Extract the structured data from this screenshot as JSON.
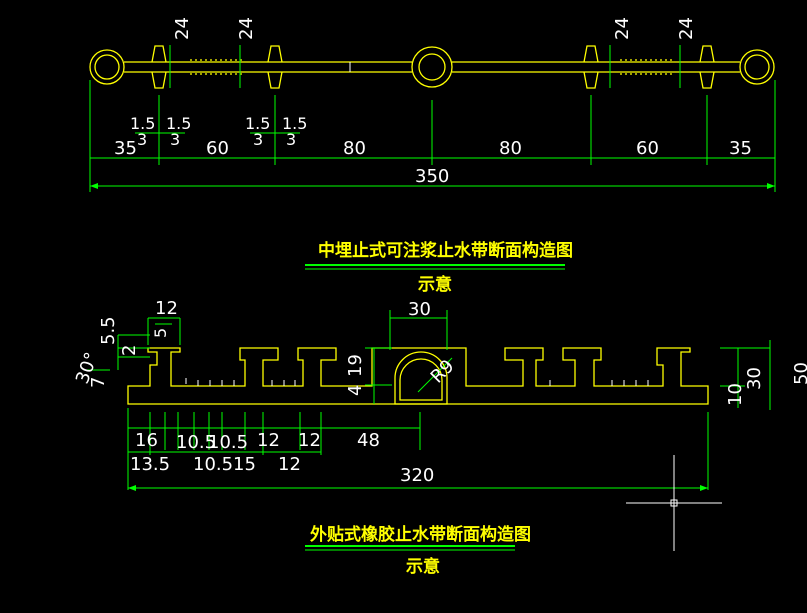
{
  "drawing1": {
    "title": "中埋止式可注浆止水带断面构造图",
    "subtitle": "示意",
    "rib_labels": [
      "24",
      "24",
      "24",
      "24"
    ],
    "small_left": [
      "1.5",
      "1.5",
      "3",
      "3"
    ],
    "small_right": [
      "1.5",
      "1.5",
      "3",
      "3"
    ],
    "segments": [
      "35",
      "60",
      "80",
      "80",
      "60",
      "35"
    ],
    "total": "350"
  },
  "drawing2": {
    "title": "外贴式橡胶止水带断面构造图",
    "subtitle": "示意",
    "top_width": "30",
    "rib_width": "12",
    "rib_inner": "5",
    "h_top_a": "5.5",
    "h_top_b": "2",
    "angle": "30°",
    "h_left": "7",
    "h_center": "19",
    "h_center_low": "4",
    "radius": "R9",
    "h_right": "30",
    "h_right_low": "10",
    "h_far": "50",
    "row1": [
      "16",
      "10.5",
      "10.5",
      "12",
      "12",
      "48"
    ],
    "row2": [
      "13.5",
      "10.5",
      "15",
      "12"
    ],
    "total": "320"
  },
  "colors": {
    "background": "#000000",
    "dimension": "#00ff00",
    "part": "#ffff00",
    "text": "#ffffff",
    "title": "#ffff00"
  }
}
